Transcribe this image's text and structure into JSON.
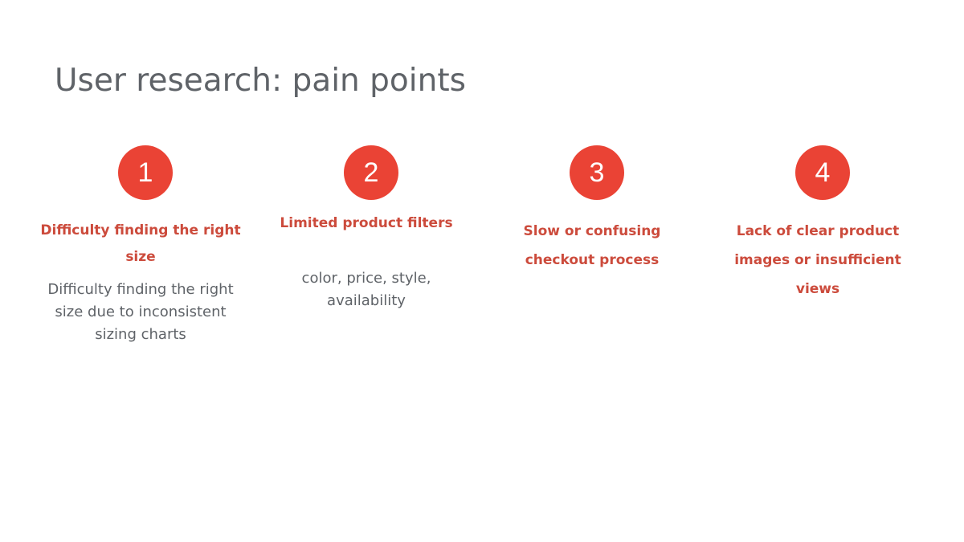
{
  "slide": {
    "title": "User research: pain points",
    "points": [
      {
        "number": "1",
        "heading": "Difficulty finding the right size",
        "description": "Difficulty finding the right size due to inconsistent sizing charts"
      },
      {
        "number": "2",
        "heading": "Limited product filters",
        "description": "color, price, style, availability"
      },
      {
        "number": "3",
        "heading": "Slow or confusing checkout process",
        "description": ""
      },
      {
        "number": "4",
        "heading": "Lack of clear product images or insufficient views",
        "description": ""
      }
    ]
  },
  "colors": {
    "accent": "#ea4335",
    "heading": "#cc4b3c",
    "title": "#5f6368",
    "body": "#5f6368"
  }
}
